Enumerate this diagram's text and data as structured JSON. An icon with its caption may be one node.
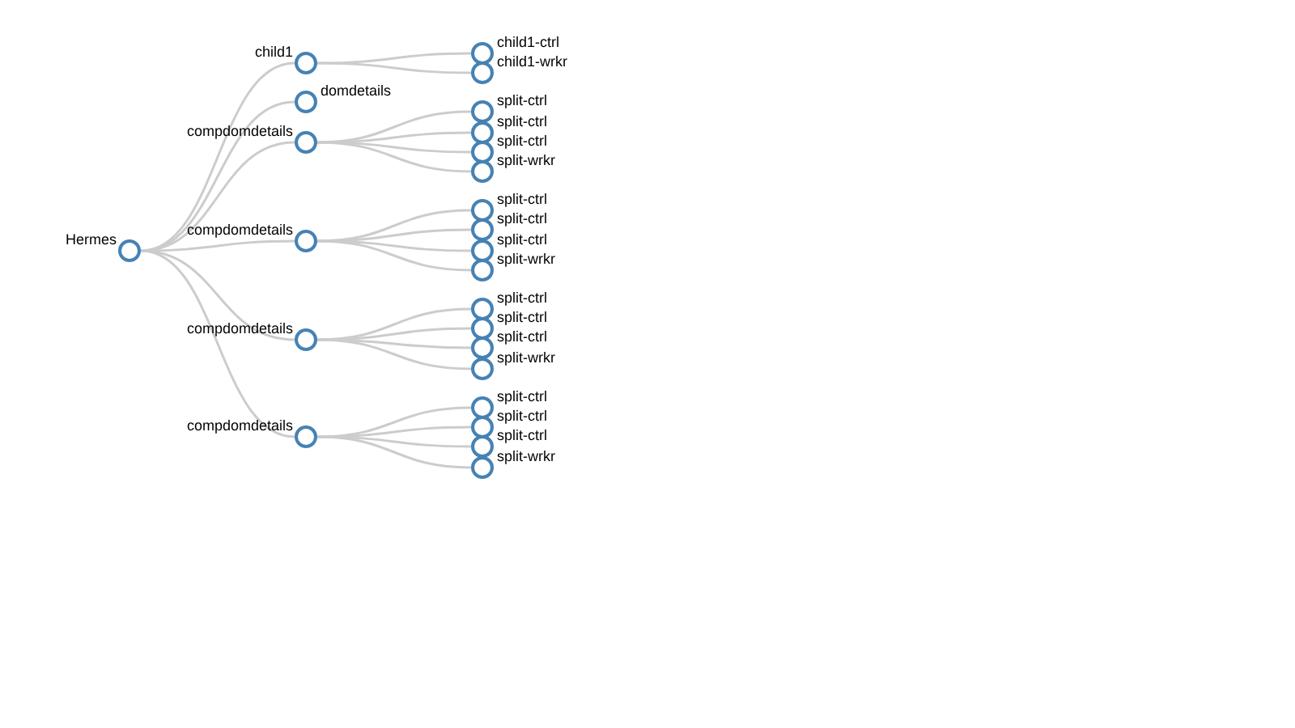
{
  "diagram": {
    "nodes": [
      {
        "text": [
          "Hermes"
        ]
      },
      {
        "text": [
          "child1"
        ]
      },
      {
        "text": [
          "child1-ctrl"
        ]
      },
      {
        "text": [
          "child1-wrkr"
        ]
      },
      {
        "text": [
          "domdetails"
        ]
      },
      {
        "text": [
          "compdomdetails"
        ]
      },
      {
        "text": [
          "split-ctrl"
        ]
      },
      {
        "text": [
          "split-ctrl"
        ]
      },
      {
        "text": [
          "split-ctrl"
        ]
      },
      {
        "text": [
          "split-wrkr"
        ]
      },
      {
        "text": [
          "compdomdetails"
        ]
      },
      {
        "text": [
          "split-ctrl"
        ]
      },
      {
        "text": [
          "split-ctrl"
        ]
      },
      {
        "text": [
          "split-ctrl"
        ]
      },
      {
        "text": [
          "split-wrkr"
        ]
      },
      {
        "text": [
          "compdomdetails"
        ]
      },
      {
        "text": [
          "split-ctrl"
        ]
      },
      {
        "text": [
          "split-ctrl"
        ]
      },
      {
        "text": [
          "split-ctrl"
        ]
      },
      {
        "text": [
          "split-wrkr"
        ]
      },
      {
        "text": [
          "compdomdetails"
        ]
      },
      {
        "text": [
          "split-ctrl"
        ]
      },
      {
        "text": [
          "split-ctrl"
        ]
      },
      {
        "text": [
          "split-ctrl"
        ]
      },
      {
        "text": [
          "split-wrkr"
        ]
      }
    ],
    "edges": [
      {
        "from": 0,
        "to": 1,
        "arrow": "none"
      },
      {
        "from": 1,
        "to": 2,
        "arrow": "none"
      },
      {
        "from": 1,
        "to": 3,
        "arrow": "none"
      },
      {
        "from": 0,
        "to": 4,
        "arrow": "none"
      },
      {
        "from": 0,
        "to": 5,
        "arrow": "none"
      },
      {
        "from": 5,
        "to": 6,
        "arrow": "none"
      },
      {
        "from": 5,
        "to": 7,
        "arrow": "none"
      },
      {
        "from": 5,
        "to": 8,
        "arrow": "none"
      },
      {
        "from": 5,
        "to": 9,
        "arrow": "none"
      },
      {
        "from": 0,
        "to": 10,
        "arrow": "none"
      },
      {
        "from": 10,
        "to": 11,
        "arrow": "none"
      },
      {
        "from": 10,
        "to": 12,
        "arrow": "none"
      },
      {
        "from": 10,
        "to": 13,
        "arrow": "none"
      },
      {
        "from": 10,
        "to": 14,
        "arrow": "none"
      },
      {
        "from": 0,
        "to": 15,
        "arrow": "none"
      },
      {
        "from": 15,
        "to": 16,
        "arrow": "none"
      },
      {
        "from": 15,
        "to": 17,
        "arrow": "none"
      },
      {
        "from": 15,
        "to": 18,
        "arrow": "none"
      },
      {
        "from": 15,
        "to": 19,
        "arrow": "none"
      },
      {
        "from": 0,
        "to": 20,
        "arrow": "none"
      },
      {
        "from": 20,
        "to": 21,
        "arrow": "none"
      },
      {
        "from": 20,
        "to": 22,
        "arrow": "none"
      },
      {
        "from": 20,
        "to": 23,
        "arrow": "none"
      },
      {
        "from": 20,
        "to": 24,
        "arrow": "none"
      }
    ]
  }
}
